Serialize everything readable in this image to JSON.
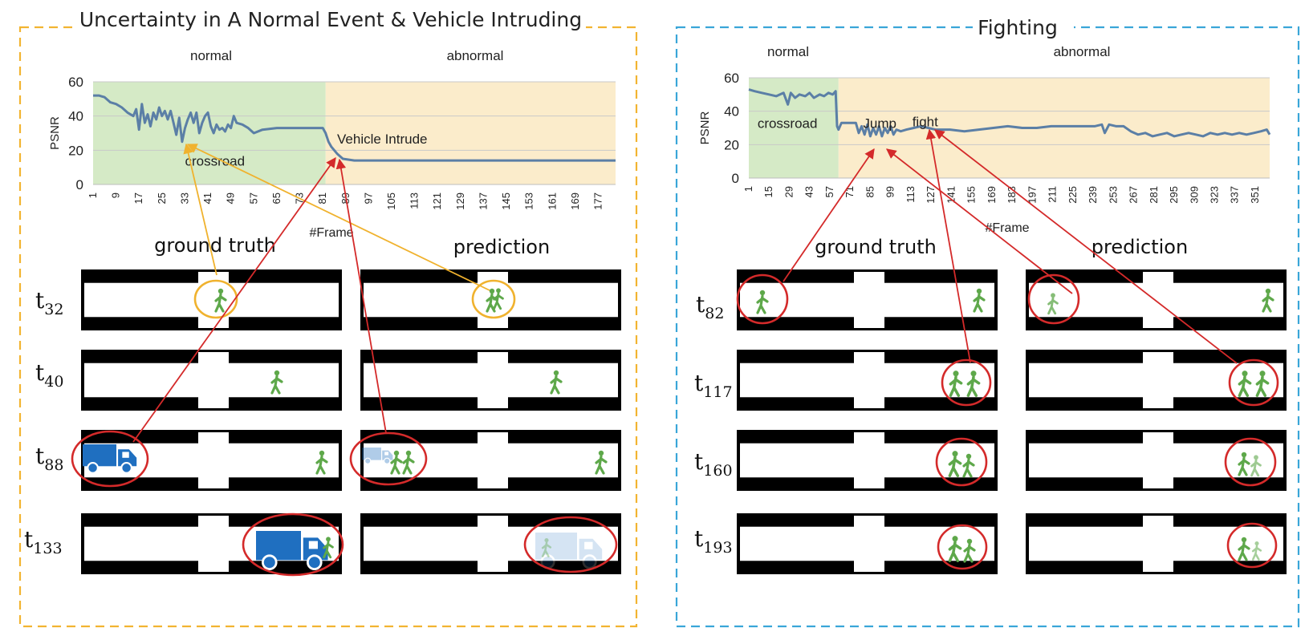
{
  "panels": [
    {
      "id": "left",
      "title": "Uncertainty in A Normal Event & Vehicle Intruding",
      "border_color": "#f2b431",
      "region_labels": [
        "normal",
        "abnormal"
      ],
      "columns": [
        "ground truth",
        "prediction"
      ],
      "rows": [
        "32",
        "40",
        "88",
        "133"
      ]
    },
    {
      "id": "right",
      "title": "Fighting",
      "border_color": "#3aa6d8",
      "region_labels": [
        "normal",
        "abnormal"
      ],
      "columns": [
        "ground truth",
        "prediction"
      ],
      "rows": [
        "82",
        "117",
        "160",
        "193"
      ]
    }
  ],
  "chart_data": [
    {
      "type": "line",
      "title": "",
      "xlabel": "#Frame",
      "ylabel": "PSNR",
      "ylim": [
        0,
        60
      ],
      "yticks": [
        0,
        20,
        40,
        60
      ],
      "xlim": [
        1,
        183
      ],
      "xticks": [
        1,
        9,
        17,
        25,
        33,
        41,
        49,
        57,
        65,
        73,
        81,
        89,
        97,
        105,
        113,
        121,
        129,
        137,
        145,
        153,
        161,
        169,
        177
      ],
      "normal_range": [
        1,
        82
      ],
      "abnormal_range": [
        82,
        183
      ],
      "region_colors": {
        "normal": "#d5eac6",
        "abnormal": "#fbeccb"
      },
      "line_color": "#5b7fa6",
      "grid": true,
      "annotations": [
        {
          "text": "crossroad",
          "x": 33,
          "y": 11
        },
        {
          "text": "Vehicle Intrude",
          "x": 86,
          "y": 24
        }
      ],
      "series": [
        {
          "name": "",
          "x": [
            1,
            3,
            5,
            7,
            9,
            11,
            13,
            15,
            16,
            17,
            18,
            19,
            20,
            21,
            22,
            23,
            24,
            25,
            26,
            27,
            28,
            29,
            30,
            31,
            32,
            33,
            34,
            35,
            36,
            37,
            38,
            39,
            40,
            41,
            42,
            43,
            44,
            45,
            46,
            47,
            48,
            49,
            50,
            51,
            53,
            55,
            57,
            60,
            65,
            70,
            75,
            81,
            82,
            83,
            84,
            86,
            88,
            92,
            100,
            120,
            150,
            183
          ],
          "y": [
            52,
            52,
            51,
            48,
            47,
            45,
            42,
            40,
            44,
            32,
            47,
            36,
            41,
            34,
            42,
            38,
            45,
            40,
            43,
            38,
            43,
            36,
            29,
            39,
            25,
            33,
            38,
            42,
            36,
            42,
            30,
            36,
            40,
            42,
            34,
            30,
            35,
            32,
            33,
            31,
            35,
            33,
            40,
            36,
            35,
            33,
            30,
            32,
            33,
            33,
            33,
            33,
            30,
            25,
            22,
            18,
            15,
            14,
            14,
            14,
            14,
            14
          ]
        }
      ]
    },
    {
      "type": "line",
      "title": "",
      "xlabel": "#Frame",
      "ylabel": "PSNR",
      "ylim": [
        0,
        60
      ],
      "yticks": [
        0,
        20,
        40,
        60
      ],
      "xlim": [
        1,
        361
      ],
      "xticks": [
        1,
        15,
        29,
        43,
        57,
        71,
        85,
        99,
        113,
        127,
        141,
        155,
        169,
        183,
        197,
        211,
        225,
        239,
        253,
        267,
        281,
        295,
        309,
        323,
        337,
        351
      ],
      "normal_range": [
        1,
        63
      ],
      "abnormal_range": [
        63,
        361
      ],
      "region_colors": {
        "normal": "#d5eac6",
        "abnormal": "#fbeccb"
      },
      "line_color": "#5b7fa6",
      "grid": true,
      "annotations": [
        {
          "text": "crossroad",
          "x": 7,
          "y": 30
        },
        {
          "text": "Jump",
          "x": 80,
          "y": 30
        },
        {
          "text": "fight",
          "x": 114,
          "y": 31
        }
      ],
      "series": [
        {
          "name": "",
          "x": [
            1,
            5,
            10,
            15,
            20,
            25,
            28,
            30,
            33,
            36,
            40,
            43,
            46,
            50,
            53,
            56,
            59,
            61,
            62,
            63,
            65,
            70,
            75,
            77,
            79,
            81,
            83,
            85,
            87,
            89,
            91,
            93,
            95,
            97,
            99,
            101,
            103,
            106,
            110,
            115,
            120,
            125,
            130,
            140,
            150,
            160,
            170,
            180,
            190,
            200,
            210,
            220,
            230,
            240,
            245,
            247,
            250,
            255,
            260,
            265,
            270,
            275,
            280,
            285,
            290,
            295,
            300,
            305,
            310,
            315,
            320,
            325,
            330,
            335,
            340,
            345,
            350,
            355,
            359,
            361
          ],
          "y": [
            53,
            52,
            51,
            50,
            49,
            51,
            44,
            51,
            48,
            50,
            49,
            51,
            48,
            50,
            49,
            51,
            50,
            52,
            31,
            29,
            33,
            33,
            33,
            27,
            31,
            26,
            32,
            25,
            30,
            26,
            31,
            25,
            30,
            27,
            31,
            26,
            29,
            28,
            29,
            30,
            31,
            30,
            29,
            29,
            28,
            29,
            30,
            31,
            30,
            30,
            31,
            31,
            31,
            31,
            32,
            27,
            32,
            31,
            31,
            28,
            26,
            27,
            25,
            26,
            27,
            25,
            26,
            27,
            26,
            25,
            27,
            26,
            27,
            26,
            27,
            26,
            27,
            28,
            29,
            26
          ]
        }
      ]
    }
  ]
}
